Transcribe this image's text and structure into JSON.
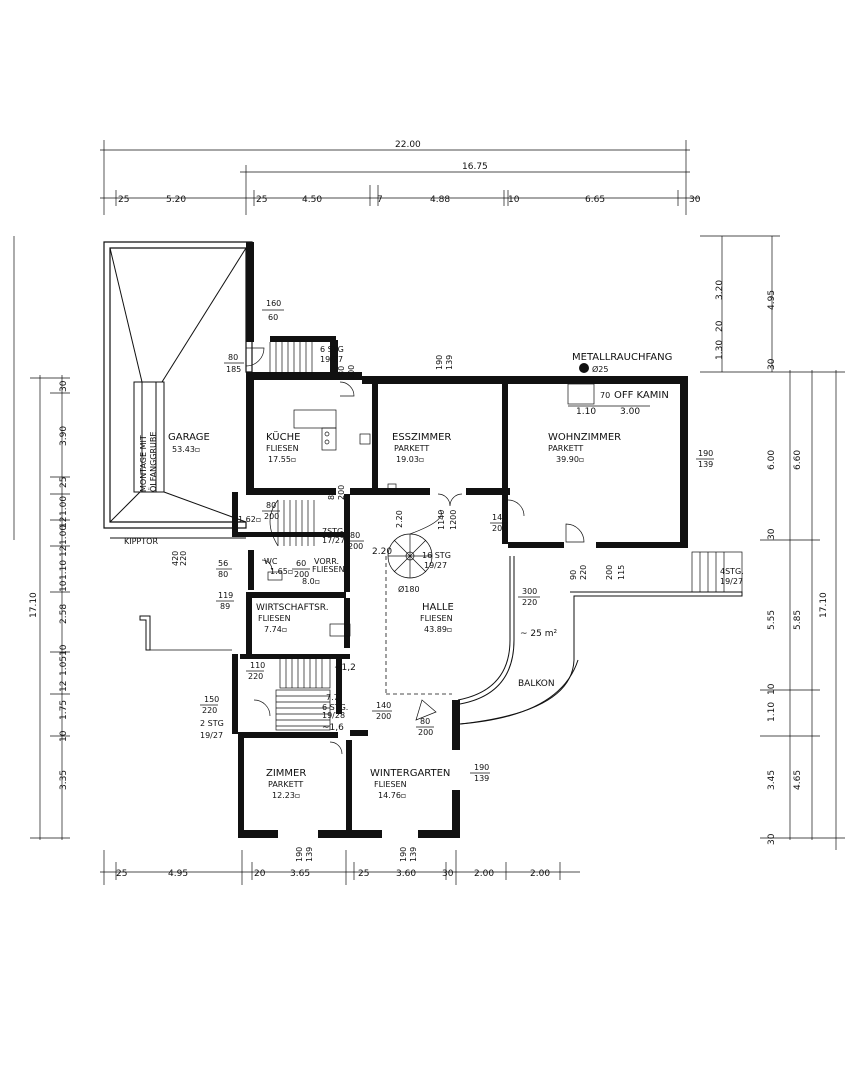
{
  "dimensions": {
    "top_total": "22.00",
    "top_sub": "16.75",
    "top_segments": [
      "25",
      "5.20",
      "25",
      "4.50",
      "7",
      "4.88",
      "10",
      "6.65",
      "30"
    ],
    "bottom_segments": [
      "25",
      "4.95",
      "20",
      "3.65",
      "25",
      "3.60",
      "30",
      "2.00",
      "2.00"
    ],
    "left_total": "17.10",
    "left_segments": [
      "30",
      "3.90",
      "25",
      "1.00",
      "12",
      "1.00",
      "12",
      "1.10",
      "10",
      "2.58",
      "10",
      "1.05",
      "12",
      "1.75",
      "10",
      "3.35"
    ],
    "right_outer_total": "17.10",
    "right_top_segments": [
      "3.20",
      "4.95",
      "20",
      "1.30",
      "30"
    ],
    "right_mid_segments": [
      "6.00",
      "6.60",
      "30"
    ],
    "right_low_segments": [
      "5.55",
      "5.85",
      "10",
      "1.10",
      "3.45",
      "4.65",
      "30"
    ],
    "openings": {
      "o1": [
        "160",
        "60"
      ],
      "o2": [
        "80",
        "185"
      ],
      "o3": [
        "190",
        "139"
      ],
      "o4": [
        "80",
        "200"
      ],
      "o5": [
        "80",
        "200"
      ],
      "o6": [
        "140",
        "200"
      ],
      "o7": [
        "190",
        "139"
      ],
      "o8": [
        "90",
        "220"
      ],
      "o9": [
        "200",
        "115"
      ],
      "o10": [
        "300",
        "220"
      ],
      "o11": [
        "56",
        "80"
      ],
      "o12": [
        "119",
        "89"
      ],
      "o13": [
        "110",
        "220"
      ],
      "o14": [
        "150",
        "220"
      ],
      "o15": [
        "140",
        "200"
      ],
      "o16": [
        "80",
        "200"
      ],
      "o17": [
        "190",
        "139"
      ],
      "o18": [
        "190",
        "139"
      ],
      "o19": [
        "190",
        "139"
      ],
      "o20": [
        "420",
        "220"
      ],
      "o21": [
        "60",
        "200"
      ],
      "o22": [
        "80",
        "200"
      ],
      "o23": [
        "2.20",
        "1140",
        "1200"
      ],
      "o24": [
        "80",
        "200"
      ]
    }
  },
  "rooms": {
    "garage": {
      "name": "GARAGE",
      "area": "53.43"
    },
    "kueche": {
      "name": "KÜCHE",
      "floor": "FLIESEN",
      "area": "17.55"
    },
    "esszimmer": {
      "name": "ESSZIMMER",
      "floor": "PARKETT",
      "area": "19.03"
    },
    "wohnzimmer": {
      "name": "WOHNZIMMER",
      "floor": "PARKETT",
      "area": "39.90"
    },
    "halle": {
      "name": "HALLE",
      "floor": "FLIESEN",
      "area": "43.89"
    },
    "wirtschaft": {
      "name": "WIRTSCHAFTSR.",
      "floor": "FLIESEN",
      "area": "7.74"
    },
    "zimmer": {
      "name": "ZIMMER",
      "floor": "PARKETT",
      "area": "12.23"
    },
    "wintergarten": {
      "name": "WINTERGARTEN",
      "floor": "FLIESEN",
      "area": "14.76"
    },
    "wc": {
      "name": "WC",
      "area": "1.65"
    },
    "vorr": {
      "name": "VORR.",
      "floor": "FLIESEN",
      "area": "8.0"
    },
    "small162": {
      "area": "1.62"
    }
  },
  "labels": {
    "metall": "METALLRAUCHFANG",
    "metall_dia": "Ø25",
    "kamin": "OFF KAMIN",
    "kamin_w1": "1.10",
    "kamin_w2": "3.00",
    "kamin_70": "70",
    "montage1": "MONTAGE MIT",
    "montage2": "ÖLFANGGRUBE",
    "kipptor": "KIPPTOR",
    "balkon": "BALKON",
    "balkon_area": "~ 25 m²",
    "stair_top": [
      "6 STG",
      "19/27"
    ],
    "stair_kitchen": [
      "7STG.",
      "17/27"
    ],
    "stair_spiral": [
      "16 STG",
      "19/27"
    ],
    "spiral_dia": "Ø180",
    "stair_right": [
      "4STG.",
      "19/27"
    ],
    "stair_mid": [
      "6 STG.",
      "19/28"
    ],
    "stair_low": [
      "2 STG",
      "19/27"
    ],
    "level_up": "~1,2",
    "level_down": "~1,6",
    "level_77": "7.7"
  }
}
